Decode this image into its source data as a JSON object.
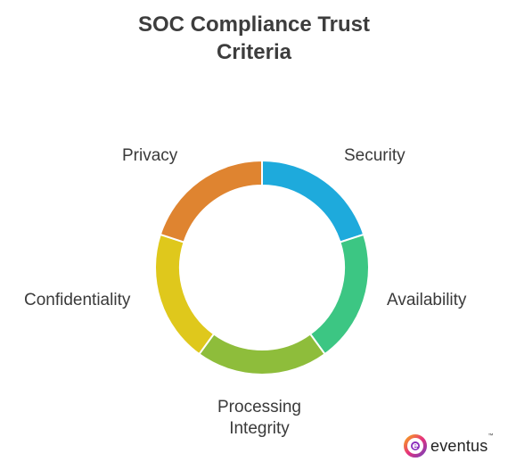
{
  "title": {
    "line1": "SOC Compliance Trust",
    "line2": "Criteria"
  },
  "segments": [
    {
      "label": "Security",
      "color": "#1eaadc"
    },
    {
      "label": "Availability",
      "color": "#3cc683"
    },
    {
      "label": "Processing Integrity",
      "color": "#8ebd3b",
      "label_line1": "Processing",
      "label_line2": "Integrity"
    },
    {
      "label": "Confidentiality",
      "color": "#dfc81c"
    },
    {
      "label": "Privacy",
      "color": "#df8430"
    }
  ],
  "logo": {
    "text": "eventus",
    "tm": "™"
  }
}
